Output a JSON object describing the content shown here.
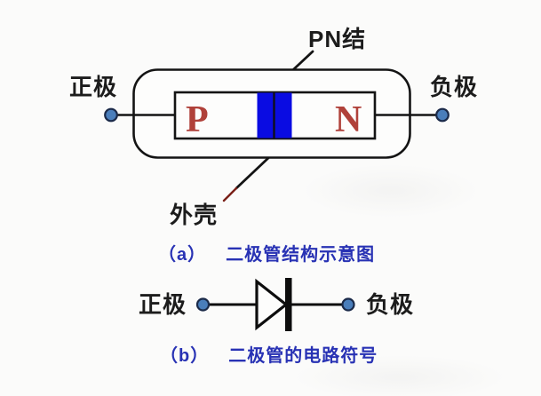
{
  "figure_a": {
    "pn_junction_label": "PN结",
    "anode_label": "正极",
    "cathode_label": "负极",
    "shell_label": "外壳",
    "p_region": "P",
    "n_region": "N",
    "caption_index": "（a）",
    "caption_text": "二极管结构示意图"
  },
  "figure_b": {
    "anode_label": "正极",
    "cathode_label": "负极",
    "caption_index": "（b）",
    "caption_text": "二极管的电路符号"
  },
  "colors": {
    "junction_blue": "#0a0ce2",
    "region_letter_red": "#b0413a",
    "terminal_fill": "#4a7ebb",
    "terminal_stroke": "#1b2a49",
    "outline_black": "#141414",
    "caption_blue": "#2832b4",
    "pointer_tip_red": "#7a2018"
  }
}
